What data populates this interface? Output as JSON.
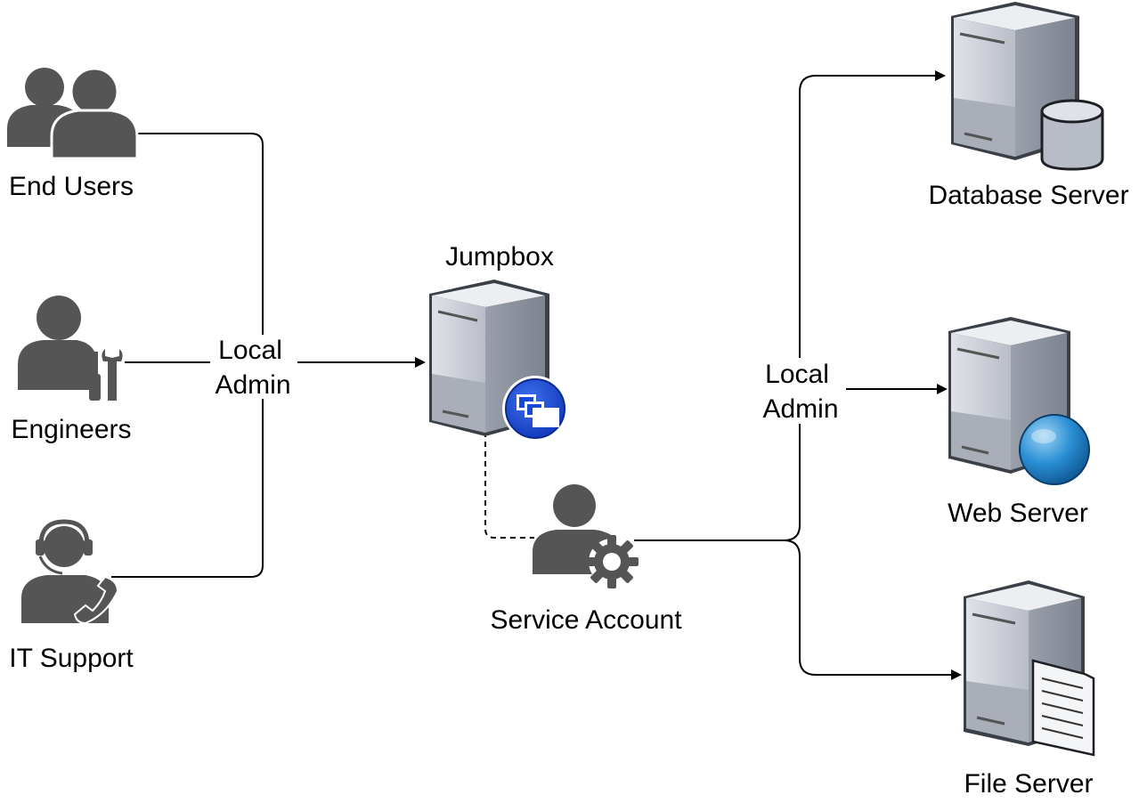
{
  "nodes": {
    "end_users": {
      "label": "End Users",
      "icon": "users-group-icon"
    },
    "engineers": {
      "label": "Engineers",
      "icon": "engineer-tools-icon"
    },
    "it_support": {
      "label": "IT Support",
      "icon": "support-headset-icon"
    },
    "jumpbox": {
      "label": "Jumpbox",
      "icon": "server-remote-desktop-icon"
    },
    "service_account": {
      "label": "Service Account",
      "icon": "user-gear-icon"
    },
    "database_server": {
      "label": "Database Server",
      "icon": "server-database-icon"
    },
    "web_server": {
      "label": "Web Server",
      "icon": "server-globe-icon"
    },
    "file_server": {
      "label": "File Server",
      "icon": "server-document-icon"
    }
  },
  "edges": {
    "users_to_jumpbox": {
      "label_line1": "Local",
      "label_line2": "Admin"
    },
    "service_to_servers": {
      "label_line1": "Local",
      "label_line2": "Admin"
    }
  },
  "colors": {
    "person": "#555555",
    "server_light": "#c9cdd6",
    "server_mid": "#a3a8b3",
    "server_dark": "#6f7480",
    "badge_blue": "#1748d6",
    "globe_blue": "#1c7fc7",
    "line": "#000000"
  }
}
